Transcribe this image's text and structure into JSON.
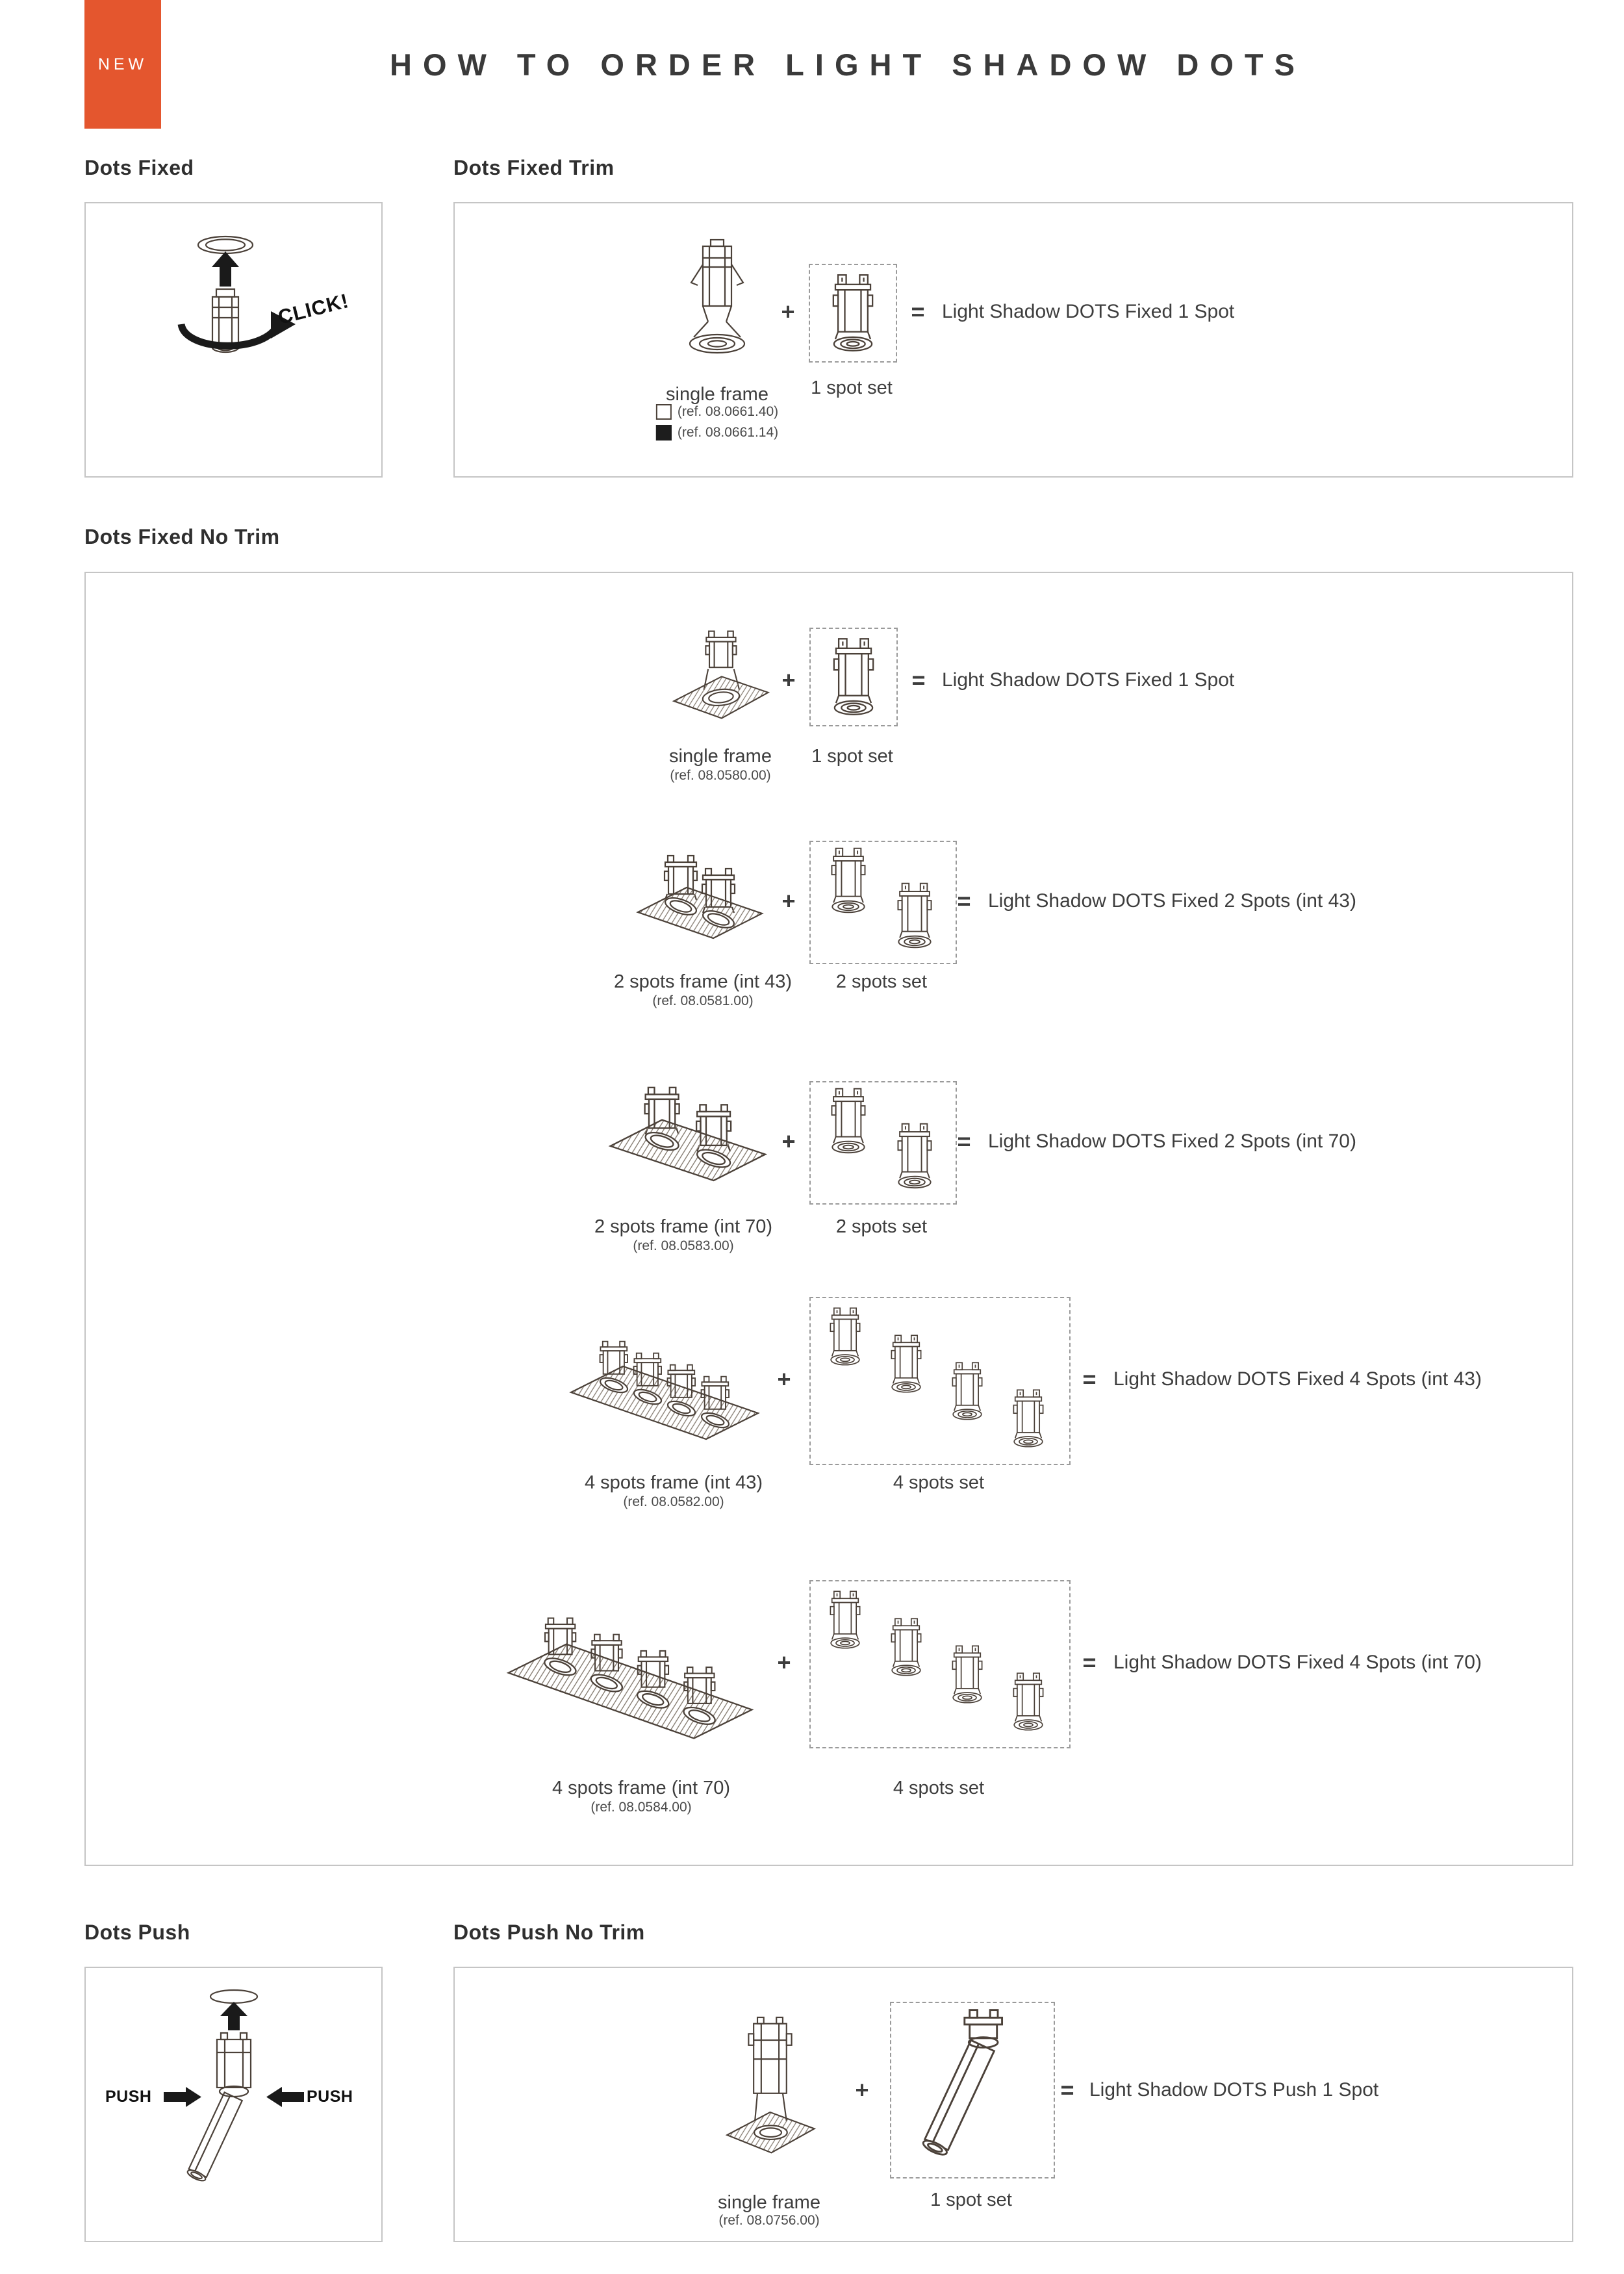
{
  "badge": "NEW",
  "title": "HOW TO ORDER LIGHT SHADOW DOTS",
  "ops": {
    "plus": "+",
    "equals": "="
  },
  "dots_fixed": {
    "label": "Dots Fixed",
    "click": "CLICK!"
  },
  "dots_fixed_trim": {
    "label": "Dots Fixed Trim",
    "frame_label": "single frame",
    "ref_white": "(ref. 08.0661.40)",
    "ref_black": "(ref. 08.0661.14)",
    "set_label": "1 spot set",
    "result": "Light Shadow DOTS Fixed 1 Spot"
  },
  "dots_fixed_no_trim": {
    "label": "Dots Fixed No Trim",
    "rows": [
      {
        "frame_label": "single frame",
        "ref": "(ref. 08.0580.00)",
        "set_label": "1 spot set",
        "result": "Light Shadow DOTS Fixed 1 Spot"
      },
      {
        "frame_label": "2 spots frame (int 43)",
        "ref": "(ref. 08.0581.00)",
        "set_label": "2 spots set",
        "result": "Light Shadow DOTS Fixed 2 Spots (int 43)"
      },
      {
        "frame_label": "2 spots frame (int 70)",
        "ref": "(ref. 08.0583.00)",
        "set_label": "2 spots set",
        "result": "Light Shadow DOTS Fixed 2 Spots (int 70)"
      },
      {
        "frame_label": "4 spots frame (int 43)",
        "ref": "(ref. 08.0582.00)",
        "set_label": "4 spots set",
        "result": "Light Shadow DOTS Fixed 4 Spots (int 43)"
      },
      {
        "frame_label": "4 spots frame (int 70)",
        "ref": "(ref. 08.0584.00)",
        "set_label": "4 spots set",
        "result": "Light Shadow DOTS Fixed 4 Spots (int 70)"
      }
    ]
  },
  "dots_push": {
    "label": "Dots Push",
    "push_left": "PUSH",
    "push_right": "PUSH"
  },
  "dots_push_no_trim": {
    "label": "Dots Push No Trim",
    "frame_label": "single frame",
    "ref": "(ref. 08.0756.00)",
    "set_label": "1 spot set",
    "result": "Light Shadow DOTS Push 1 Spot"
  }
}
